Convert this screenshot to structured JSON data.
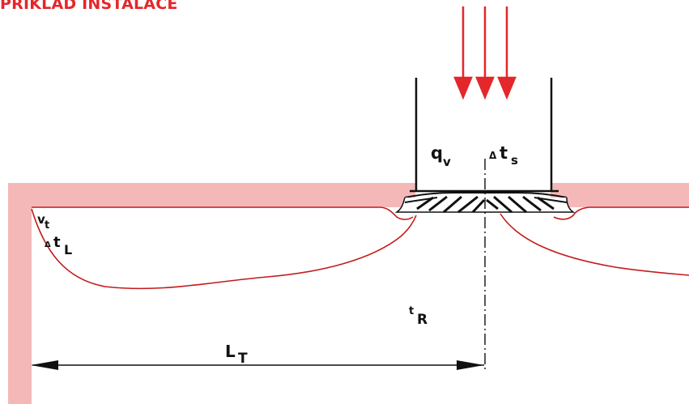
{
  "title": "PŘÍKLAD INSTALACE",
  "labels": {
    "qv_main": "q",
    "qv_sub": "v",
    "dts_delta": "Δ",
    "dts_main": "t",
    "dts_sub": "s",
    "vt_main": "v",
    "vt_sub": "t",
    "dtl_delta": "Δ",
    "dtl_main": "t",
    "dtl_sub": "L",
    "tr_main": "t",
    "tr_sub": "R",
    "lt_main": "L",
    "lt_sub": "T"
  },
  "colors": {
    "title": "#e3272b",
    "arrows": "#e3272b",
    "wall": "#f5b8b8",
    "flow_line": "#c41a1a",
    "line": "#111111"
  }
}
